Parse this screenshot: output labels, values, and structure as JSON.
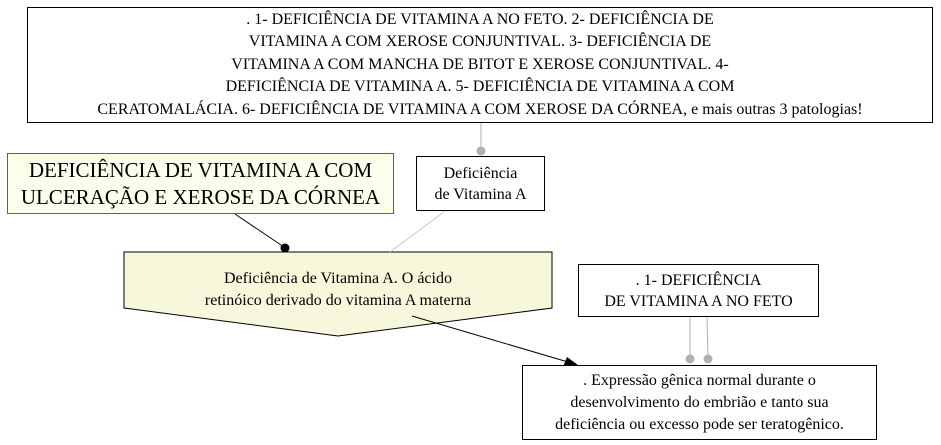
{
  "nodes": {
    "top": ". 1- DEFICIÊNCIA DE VITAMINA A NO FETO. 2- DEFICIÊNCIA DE\nVITAMINA A COM XEROSE CONJUNTIVAL. 3- DEFICIÊNCIA DE\nVITAMINA A COM MANCHA DE BITOT E XEROSE CONJUNTIVAL. 4-\nDEFICIÊNCIA DE VITAMINA A. 5- DEFICIÊNCIA DE VITAMINA A COM\nCERATOMALÁCIA. 6- DEFICIÊNCIA DE VITAMINA A COM XEROSE DA CÓRNEA, e mais outras 3 patologias!",
    "vitamina_a": "Deficiência\nde Vitamina A",
    "ulceracao": "DEFICIÊNCIA DE VITAMINA A COM\nULCERAÇÃO E XEROSE DA CÓRNEA",
    "retinoico": "Deficiência de Vitamina A. O ácido\nretinóico derivado do vitamina A materna",
    "feto": ". 1- DEFICIÊNCIA\nDE VITAMINA A NO FETO",
    "expressao": ". Expressão gênica normal durante o\ndesenvolvimento do embrião e tanto sua\ndeficiência ou excesso pode ser teratogênico."
  },
  "colors": {
    "connector_gray": "#b0b0b0",
    "ulcer_border": "#c0392b",
    "ulcer_fill": "#fdfdeb",
    "pentagon_fill": "#f7f7dc"
  }
}
